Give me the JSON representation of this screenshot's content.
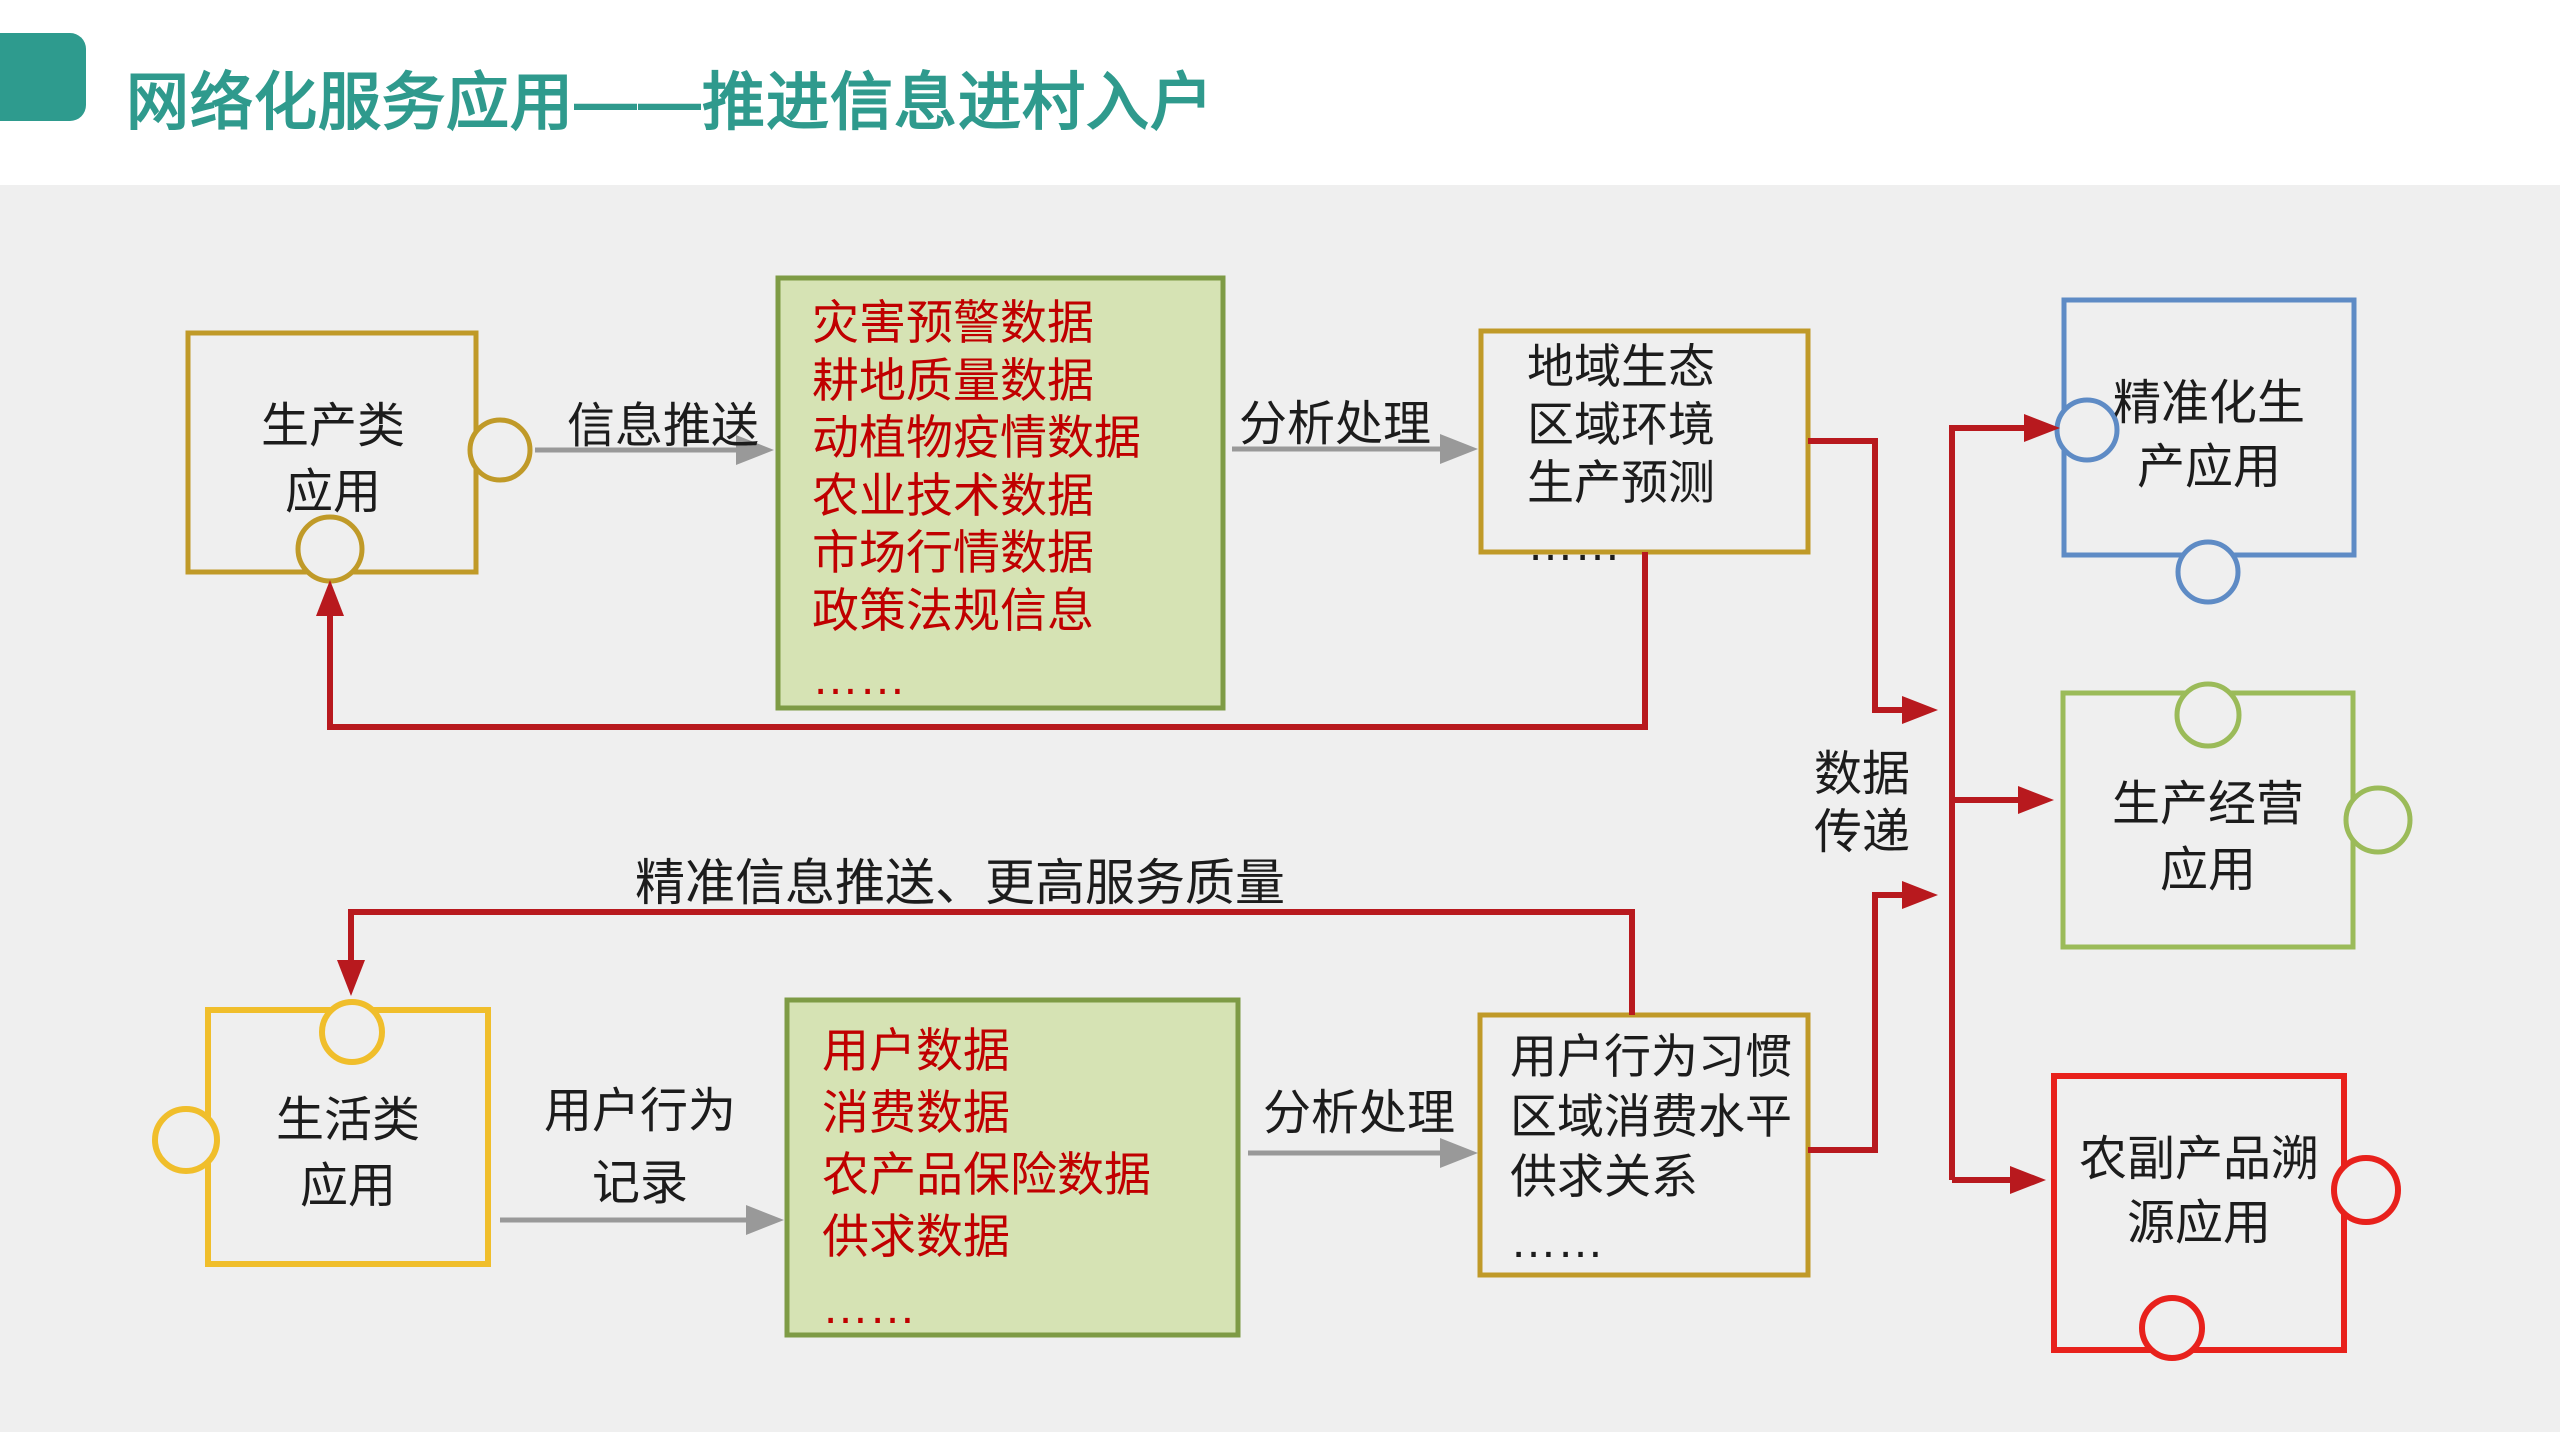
{
  "slide": {
    "title": "网络化服务应用——推进信息进村入户"
  },
  "nodes": {
    "production_app": {
      "lines": [
        "生产类",
        "应用"
      ]
    },
    "life_app": {
      "lines": [
        "生活类",
        "应用"
      ]
    },
    "push_data_box": {
      "lines": [
        "灾害预警数据",
        "耕地质量数据",
        "动植物疫情数据",
        "农业技术数据",
        "市场行情数据",
        "政策法规信息"
      ],
      "ellipsis": "……"
    },
    "behavior_data_box": {
      "lines": [
        "用户数据",
        "消费数据",
        "农产品保险数据",
        "供求数据"
      ],
      "ellipsis": "……"
    },
    "regional_result_box": {
      "lines": [
        "地域生态",
        "区域环境",
        "生产预测"
      ],
      "ellipsis": "……"
    },
    "habit_result_box": {
      "lines": [
        "用户行为习惯",
        "区域消费水平",
        "供求关系"
      ],
      "ellipsis": "……"
    },
    "precision_app": {
      "lines": [
        "精准化生",
        "产应用"
      ]
    },
    "operation_app": {
      "lines": [
        "生产经营",
        "应用"
      ]
    },
    "trace_app": {
      "lines": [
        "农副产品溯",
        "源应用"
      ]
    }
  },
  "labels": {
    "info_push": "信息推送",
    "analysis_top": "分析处理",
    "user_behavior": [
      "用户行为",
      "记录"
    ],
    "analysis_bottom": "分析处理",
    "data_transfer": [
      "数据",
      "传递"
    ],
    "feedback_note": "精准信息推送、更高服务质量"
  },
  "colors": {
    "accent_teal": "#2e9b8e",
    "title_teal": "#2f9a8d",
    "gold_border": "#c09a28",
    "bright_yellow_border": "#f0be2b",
    "green_box_fill": "#d6e3b4",
    "green_box_border": "#7e9b45",
    "blue_puzzle_border": "#5e8bc5",
    "olive_puzzle_border": "#9bbb59",
    "red_puzzle_border": "#e8211c",
    "connector_red": "#b8191e",
    "arrow_gray": "#999999",
    "data_text_red": "#c00000",
    "background": "#efefef",
    "header_background": "#ffffff"
  }
}
